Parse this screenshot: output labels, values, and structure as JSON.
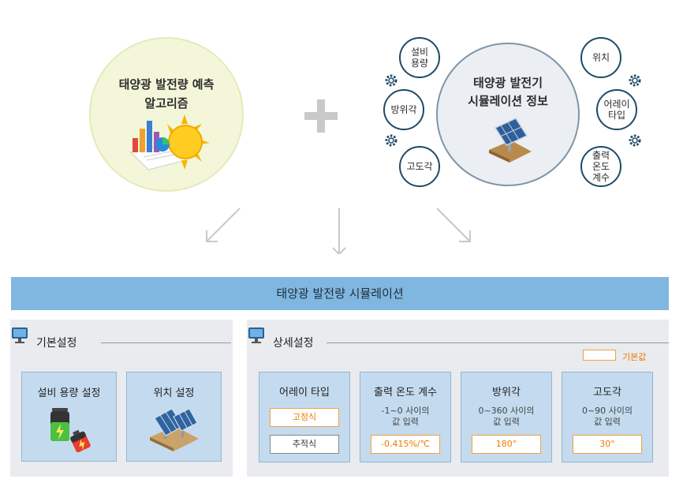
{
  "algorithm": {
    "title_line1": "태양광 발전량 예측",
    "title_line2": "알고리즘"
  },
  "simulation_info": {
    "title_line1": "태양광 발전기",
    "title_line2": "시뮬레이션 정보",
    "items": [
      "설비\n용량",
      "방위각",
      "고도각",
      "위치",
      "어레이\n타입",
      "출력\n온도\n계수"
    ]
  },
  "banner": {
    "title": "태양광 발전량 시뮬레이션"
  },
  "basic": {
    "title": "기본설정",
    "cards": [
      {
        "title": "설비 용량 설정"
      },
      {
        "title": "위치 설정"
      }
    ]
  },
  "detail": {
    "title": "상세설정",
    "legend": "기본값",
    "array": {
      "title": "어레이 타입",
      "option_fixed": "고정식",
      "option_tracking": "추적식"
    },
    "temp": {
      "title": "출력 온도 계수",
      "desc": "-1~0 사이의\n값 입력",
      "value": "-0.415%/℃"
    },
    "azimuth": {
      "title": "방위각",
      "desc": "0~360 사이의\n값 입력",
      "value": "180°"
    },
    "altitude": {
      "title": "고도각",
      "desc": "0~90 사이의\n값 입력",
      "value": "30°"
    }
  },
  "colors": {
    "banner": "#7fb7e0",
    "card": "#c4dbef",
    "accent": "#ee7a00",
    "dark_blue": "#1f4a66"
  }
}
